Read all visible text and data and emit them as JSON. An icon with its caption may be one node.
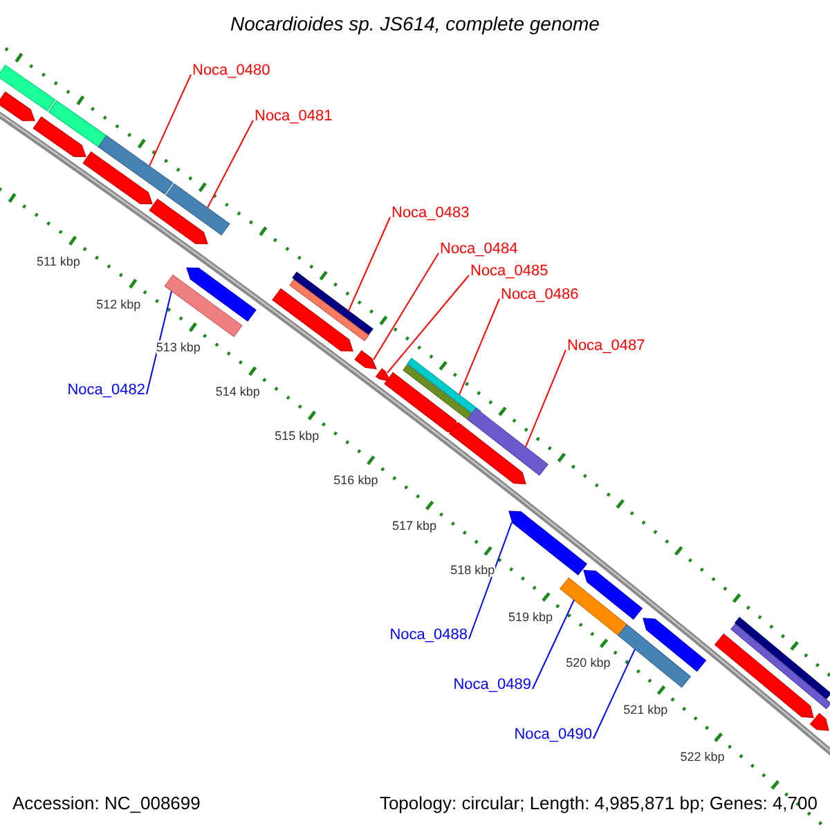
{
  "diagram": {
    "title": "Nocardioides sp. JS614, complete genome",
    "nodes": [
      {
        "text": [
          "Noca_0480"
        ]
      },
      {
        "text": [
          "Noca_0481"
        ]
      },
      {
        "text": [
          "Noca_0483"
        ]
      },
      {
        "text": [
          "Noca_0484"
        ]
      },
      {
        "text": [
          "Noca_0485"
        ]
      },
      {
        "text": [
          "Noca_0486"
        ]
      },
      {
        "text": [
          "Noca_0487"
        ]
      },
      {
        "text": [
          "Noca_0482"
        ]
      },
      {
        "text": [
          "Noca_0488"
        ]
      },
      {
        "text": [
          "Noca_0489"
        ]
      },
      {
        "text": [
          "Noca_0490"
        ]
      },
      {
        "text": [],
        "shape": "arrow"
      },
      {
        "text": [],
        "shape": "bar"
      },
      {
        "text": [],
        "shape": "arrow"
      },
      {
        "text": [],
        "shape": "bar"
      },
      {
        "text": [],
        "shape": "arrow"
      },
      {
        "text": [],
        "shape": "bar"
      },
      {
        "text": [],
        "shape": "arrow"
      },
      {
        "text": [],
        "shape": "bar"
      },
      {
        "text": [],
        "shape": "bar"
      },
      {
        "text": [],
        "shape": "arrow"
      },
      {
        "text": [],
        "shape": "arrow"
      },
      {
        "text": [],
        "shape": "bar"
      },
      {
        "text": [],
        "shape": "bar"
      },
      {
        "text": [],
        "shape": "arrow"
      },
      {
        "text": [],
        "shape": "arrow"
      },
      {
        "text": [],
        "shape": "arrow"
      },
      {
        "text": [],
        "shape": "bar"
      },
      {
        "text": [],
        "shape": "bar"
      },
      {
        "text": [],
        "shape": "arrow"
      },
      {
        "text": [],
        "shape": "bar"
      },
      {
        "text": [],
        "shape": "arrow"
      },
      {
        "text": [],
        "shape": "bar"
      },
      {
        "text": [],
        "shape": "arrow"
      },
      {
        "text": [],
        "shape": "bar"
      },
      {
        "text": [],
        "shape": "arrow"
      },
      {
        "text": [],
        "shape": "arrow"
      },
      {
        "text": [],
        "shape": "bar"
      },
      {
        "text": [],
        "shape": "bar"
      },
      {
        "text": [],
        "shape": "arrow"
      }
    ],
    "edges": [
      {
        "from": 0,
        "to": 16,
        "arrow": "none"
      },
      {
        "from": 1,
        "to": 19,
        "arrow": "none"
      },
      {
        "from": 2,
        "to": 23,
        "arrow": "none"
      },
      {
        "from": 3,
        "to": 24,
        "arrow": "none"
      },
      {
        "from": 4,
        "to": 25,
        "arrow": "none"
      },
      {
        "from": 5,
        "to": 28,
        "arrow": "none"
      },
      {
        "from": 6,
        "to": 30,
        "arrow": "none"
      },
      {
        "from": 7,
        "to": 18,
        "arrow": "none",
        "color": "#0000ff"
      },
      {
        "from": 8,
        "to": 31,
        "arrow": "none",
        "color": "#0000ff"
      },
      {
        "from": 9,
        "to": 32,
        "arrow": "none",
        "color": "#0000ff"
      },
      {
        "from": 10,
        "to": 34,
        "arrow": "none",
        "color": "#0000ff"
      }
    ],
    "labels": [
      "511 kbp",
      "512 kbp",
      "513 kbp",
      "514 kbp",
      "515 kbp",
      "516 kbp",
      "517 kbp",
      "518 kbp",
      "519 kbp",
      "520 kbp",
      "521 kbp",
      "522 kbp",
      "Accession: NC_008699",
      "Topology: circular; Length: 4,985,871 bp; Genes: 4,700"
    ]
  }
}
